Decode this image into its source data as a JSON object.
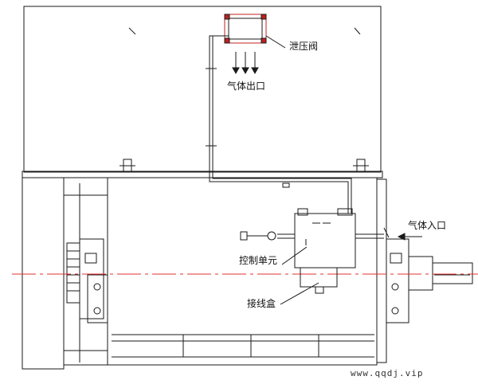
{
  "labels": {
    "relief_valve": "泄压阀",
    "gas_outlet": "气体出口",
    "gas_inlet": "气体入口",
    "control_unit": "控制单元",
    "junction_box": "接线盒"
  },
  "watermark": "www.qqdj.vip",
  "colors": {
    "line": "#1a1a1a",
    "centerline": "#e03030",
    "accent": "#c02020",
    "background": "#ffffff"
  }
}
